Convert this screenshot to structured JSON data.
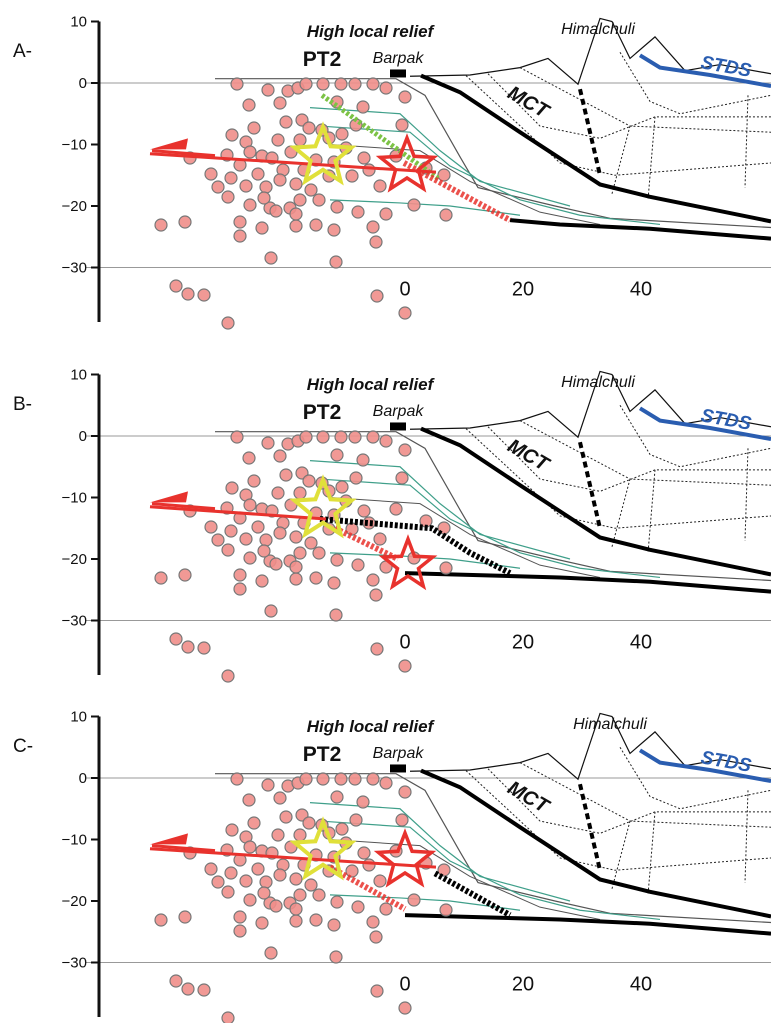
{
  "panels": [
    {
      "label": "A-",
      "variant": "A",
      "yticks": [
        "10",
        "0",
        "−10",
        "−20",
        "−30"
      ],
      "xticks": [
        "0",
        "20",
        "40"
      ],
      "relief_label": "High local relief",
      "pt2_label": "PT2",
      "barpak_label": "Barpak",
      "himalchuli_label": "Himalchuli",
      "mct_label": "MCT",
      "stds_label": "STDS"
    },
    {
      "label": "B-",
      "variant": "B",
      "yticks": [
        "10",
        "0",
        "−10",
        "−20",
        "−30"
      ],
      "xticks": [
        "0",
        "20",
        "40"
      ],
      "relief_label": "High local relief",
      "pt2_label": "PT2",
      "barpak_label": "Barpak",
      "himalchuli_label": "Himalchuli",
      "mct_label": "MCT",
      "stds_label": "STDS"
    },
    {
      "label": "C-",
      "variant": "C",
      "yticks": [
        "10",
        "0",
        "−10",
        "−20",
        "−30"
      ],
      "xticks": [
        "0",
        "20",
        "40"
      ],
      "relief_label": "High local relief",
      "pt2_label": "PT2",
      "barpak_label": "Barpak",
      "himalchuli_label": "Himalchuli",
      "mct_label": "MCT",
      "stds_label": "STDS"
    }
  ],
  "colors": {
    "fault_red": "#e8322d",
    "stds_blue": "#2a5db0",
    "star_yellow": "#e0e03a",
    "green_dotted": "#7cc245",
    "dot_fill": "#f08e8a",
    "dot_stroke": "#777777",
    "teal_lines": "#3f9f8a"
  }
}
